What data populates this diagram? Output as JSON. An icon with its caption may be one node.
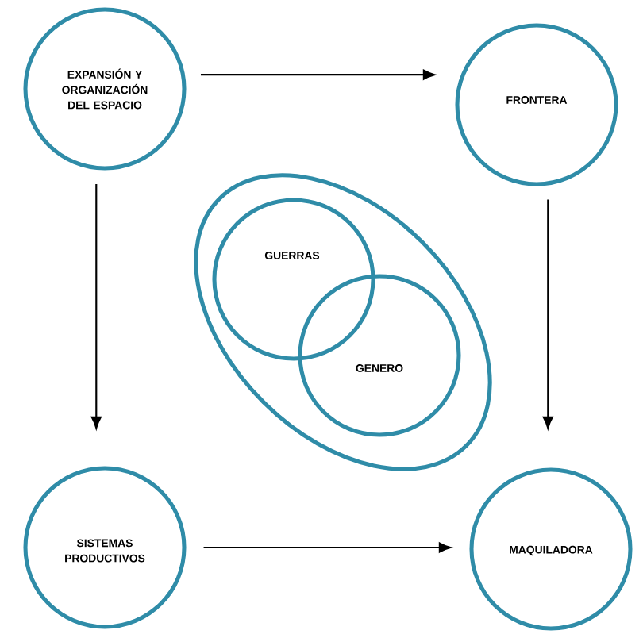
{
  "diagram": {
    "nodes": [
      {
        "text": [
          "EXPANSIÓN Y ORGANIZACIÓN DEL ESPACIO"
        ]
      },
      {
        "text": [
          "FRONTERA"
        ]
      },
      {
        "text": [],
        "shape": "ellipse"
      },
      {
        "text": [
          "GUERRAS"
        ],
        "in": 2
      },
      {
        "text": [
          "GENERO"
        ],
        "in": 2
      },
      {
        "text": [
          "SISTEMAS PRODUCTIVOS"
        ]
      },
      {
        "text": [
          "MAQUILADORA"
        ]
      }
    ],
    "edges": [
      {
        "from": 0,
        "to": 1,
        "arrow": "to"
      },
      {
        "from": 0,
        "to": 5,
        "arrow": "to"
      },
      {
        "from": 1,
        "to": 6,
        "arrow": "to"
      },
      {
        "from": 5,
        "to": 6,
        "arrow": "to"
      }
    ]
  }
}
